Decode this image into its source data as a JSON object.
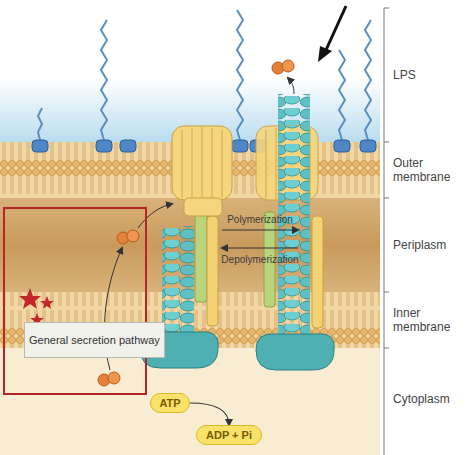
{
  "diagram": {
    "nodes": [
      {
        "text": [
          "General secretion pathway"
        ]
      },
      {
        "text": [
          "ATP"
        ]
      },
      {
        "text": [
          "ADP + Pi"
        ]
      }
    ],
    "edges": [
      {
        "from": 1,
        "to": 2,
        "arrow": "to"
      }
    ],
    "labels": [
      "LPS",
      "Outer membrane",
      "Periplasm",
      "Inner membrane",
      "Cytoplasm",
      "Polymerization",
      "Depolymerization"
    ]
  }
}
